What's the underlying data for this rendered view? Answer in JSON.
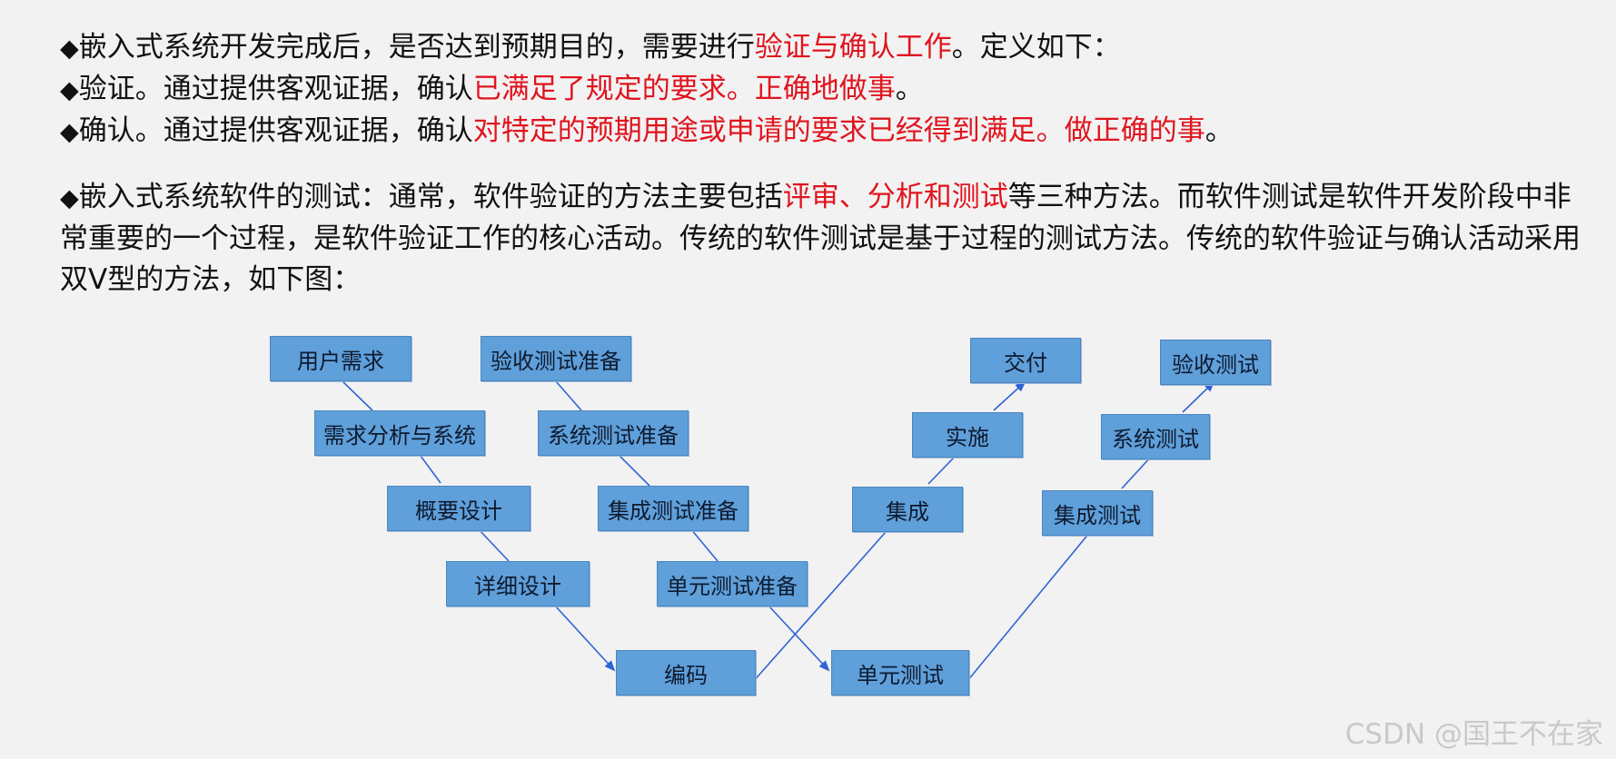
{
  "paragraph1": {
    "line1": {
      "bullet": "◆",
      "text_a": "嵌入式系统开发完成后，是否达到预期目的，需要进行",
      "text_red": "验证与确认工作",
      "text_b": "。定义如下："
    },
    "line2": {
      "bullet": "◆",
      "text_a": "验证。通过提供客观证据，确认",
      "text_red": "已满足了规定的要求。正确地做事",
      "text_b": "。"
    },
    "line3": {
      "bullet": "◆",
      "text_a": "确认。通过提供客观证据，确认",
      "text_red": "对特定的预期用途或申请的要求已经得到满足。做正确的事",
      "text_b": "。"
    }
  },
  "paragraph2": {
    "bullet": "◆",
    "text_a": "嵌入式系统软件的测试：通常，软件验证的方法主要包括",
    "text_red": "评审、分析和测试",
    "text_b": "等三种方法。而软件测试是软件开发阶段中非常重要的一个过程，是软件验证工作的核心活动。传统的软件测试是基于过程的测试方法。传统的软件验证与确认活动采用双V型的方法，如下图："
  },
  "diagram": {
    "user_requirements": "用户需求",
    "requirements_analysis": "需求分析与系统",
    "overview_design": "概要设计",
    "detailed_design": "详细设计",
    "acceptance_test_prep": "验收测试准备",
    "system_test_prep": "系统测试准备",
    "integration_test_prep": "集成测试准备",
    "unit_test_prep": "单元测试准备",
    "coding": "编码",
    "unit_test": "单元测试",
    "integration": "集成",
    "implementation": "实施",
    "delivery": "交付",
    "integration_test": "集成测试",
    "system_test": "系统测试",
    "acceptance_test": "验收测试"
  },
  "watermark": "CSDN @国王不在家",
  "colors": {
    "accent_red": "#e0141e",
    "box_fill": "#5f9fda",
    "line_color": "#2f63d6"
  }
}
